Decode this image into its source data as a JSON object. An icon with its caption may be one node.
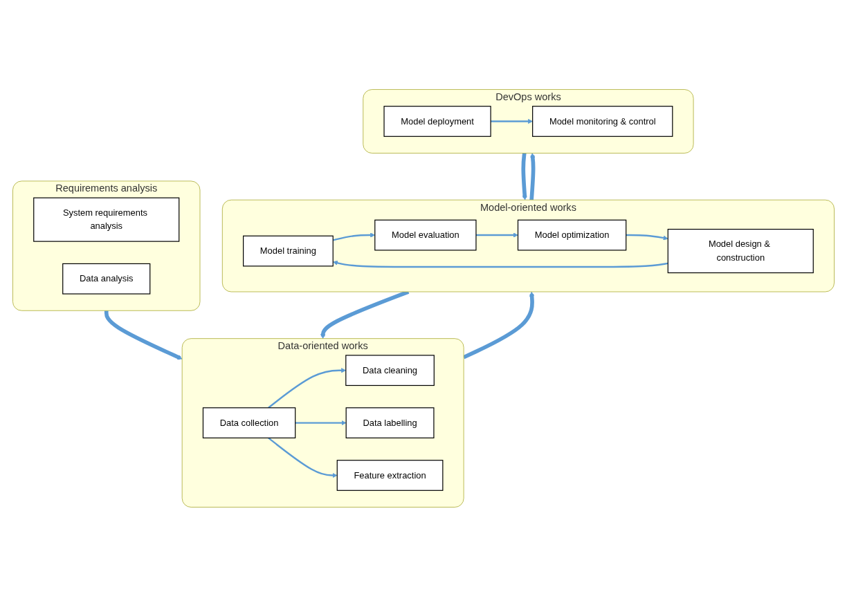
{
  "diagram": {
    "nodes": [
      {
        "text": [
          "Requirements analysis"
        ]
      },
      {
        "text": [
          "System requirements analysis"
        ],
        "in": 0
      },
      {
        "text": [
          "Data analysis"
        ],
        "in": 0
      },
      {
        "text": [
          "Data-oriented works"
        ]
      },
      {
        "text": [
          "Data collection"
        ],
        "in": 3
      },
      {
        "text": [
          "Data cleaning"
        ],
        "in": 3
      },
      {
        "text": [
          "Data labelling"
        ],
        "in": 3
      },
      {
        "text": [
          "Feature extraction"
        ],
        "in": 3
      },
      {
        "text": [
          "Model-oriented works"
        ]
      },
      {
        "text": [
          "Model training"
        ],
        "in": 8
      },
      {
        "text": [
          "Model design & construction"
        ],
        "in": 8
      },
      {
        "text": [
          "Model evaluation"
        ],
        "in": 8
      },
      {
        "text": [
          "Model optimization"
        ],
        "in": 8
      },
      {
        "text": [
          "DevOps works"
        ]
      },
      {
        "text": [
          "Model deployment"
        ],
        "in": 13
      },
      {
        "text": [
          "Model monitoring & control"
        ],
        "in": 13
      }
    ],
    "edges": [
      {
        "from": 0,
        "to": 3,
        "arrow": "to",
        "style": "thick"
      },
      {
        "from": 3,
        "to": 8,
        "arrow": "to",
        "style": "thick"
      },
      {
        "from": 8,
        "to": 3,
        "arrow": "to",
        "style": "thick"
      },
      {
        "from": 8,
        "to": 13,
        "arrow": "to",
        "style": "thick"
      },
      {
        "from": 13,
        "to": 8,
        "arrow": "to",
        "style": "thick"
      },
      {
        "from": 4,
        "to": 5,
        "arrow": "to"
      },
      {
        "from": 4,
        "to": 6,
        "arrow": "to"
      },
      {
        "from": 4,
        "to": 7,
        "arrow": "to"
      },
      {
        "from": 10,
        "to": 9,
        "arrow": "to"
      },
      {
        "from": 9,
        "to": 11,
        "arrow": "to"
      },
      {
        "from": 11,
        "to": 12,
        "arrow": "to"
      },
      {
        "from": 12,
        "to": 10,
        "arrow": "to"
      },
      {
        "from": 14,
        "to": 15,
        "arrow": "to"
      }
    ]
  }
}
